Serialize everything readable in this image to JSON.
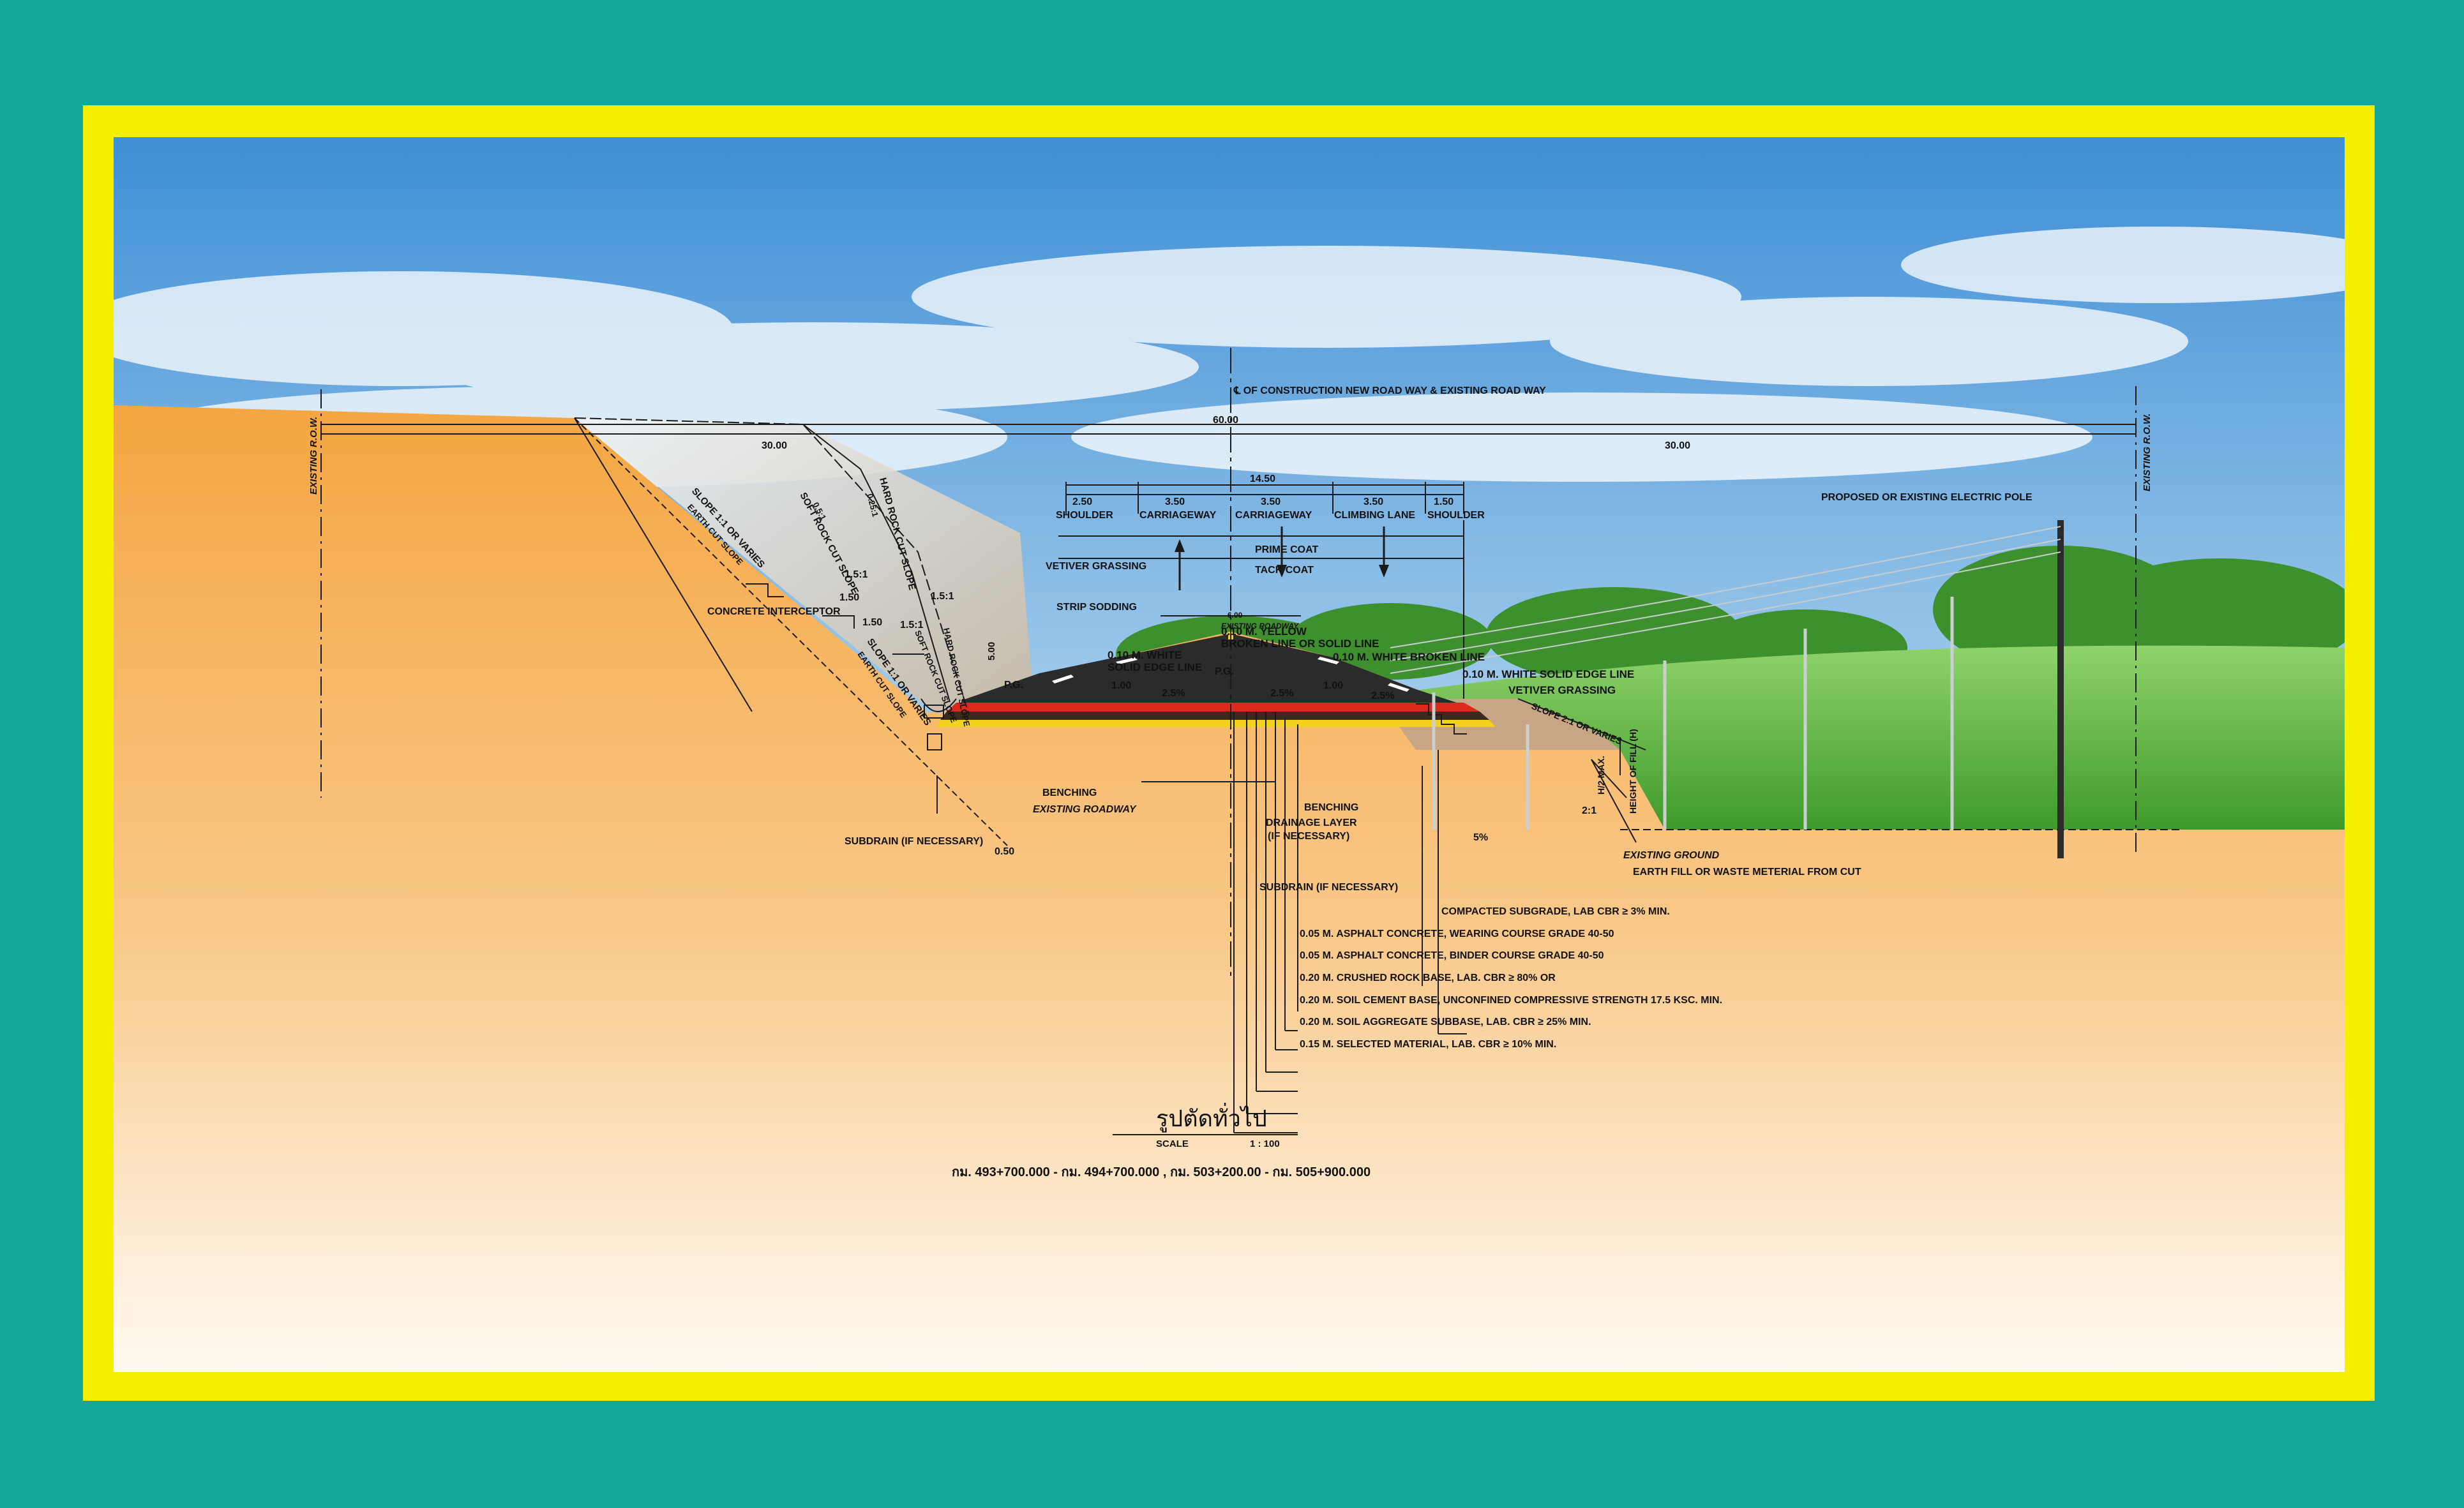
{
  "header": {
    "centerline": "℄ OF CONSTRUCTION NEW ROAD WAY & EXISTING ROAD WAY",
    "total_width": "60.00",
    "left_half": "30.00",
    "right_half": "30.00",
    "row_left": "EXISTING R.O.W.",
    "row_right": "EXISTING R.O.W.",
    "pavement_width": "14.50"
  },
  "lanes": [
    {
      "width": "2.50",
      "name": "SHOULDER"
    },
    {
      "width": "3.50",
      "name": "CARRIAGEWAY"
    },
    {
      "width": "3.50",
      "name": "CARRIAGEWAY"
    },
    {
      "width": "3.50",
      "name": "CLIMBING LANE"
    },
    {
      "width": "1.50",
      "name": "SHOULDER"
    }
  ],
  "labels": {
    "prime_coat": "PRIME COAT",
    "tack_coat": "TACK COAT",
    "vetiver_left": "VETIVER GRASSING",
    "strip_sodding": "STRIP SODDING",
    "concrete_interceptor": "CONCRETE INTERCEPTOR",
    "slope1": "SLOPE 1:1 OR VARIES",
    "earth_cut1": "EARTH CUT SLOPE",
    "soft_rock": "SOFT ROCK CUT SLOPE",
    "soft_rock_ratio": "0.5:1",
    "hard_rock": "HARD ROCK CUT SLOPE",
    "hard_rock_ratio": "0.25:1",
    "slope2": "SLOPE 1:1 OR VARIES",
    "earth_cut2": "EARTH CUT SLOPE",
    "soft_rock2": "SOFT ROCK CUT SLOPE",
    "hard_rock2": "HARD ROCK CUT SLOPE",
    "dim_150": "1.50",
    "dim_150b": "1.50",
    "ratio_15a": "1.5:1",
    "ratio_15b": "1.5:1",
    "ratio_15c": "1.5:1",
    "dim_500": "5.00",
    "pg_left": "P.G.",
    "pg_top": "P.G.",
    "benching_left": "BENCHING",
    "existing_roadway": "EXISTING ROADWAY",
    "existing_roadway_top": "EXISTING ROADWAY",
    "existing_roadway_width": "6.00",
    "subdrain_left": "SUBDRAIN (IF NECESSARY)",
    "dim_050": "0.50",
    "white_solid_left_1": "0.10 M. WHITE",
    "white_solid_left_2": "SOLID EDGE LINE",
    "yellow_1": "0.10 M. YELLOW",
    "yellow_2": "BROKEN LINE OR SOLID LINE",
    "white_broken": "0.10 M. WHITE BROKEN LINE",
    "white_solid_right": "0.10 M. WHITE SOLID EDGE LINE",
    "vetiver_right": "VETIVER GRASSING",
    "dim_100a": "1.00",
    "dim_100b": "1.00",
    "slope_25a": "2.5%",
    "slope_25b": "2.5%",
    "slope_25c": "2.5%",
    "benching_right": "BENCHING",
    "drainage_layer_1": "DRAINAGE LAYER",
    "drainage_layer_2": "(IF NECESSARY)",
    "subdrain_right": "SUBDRAIN (IF NECESSARY)",
    "slope_5": "5%",
    "slope_fill": "SLOPE 2:1 OR VARIES",
    "ratio_21": "2:1",
    "h2_max": "H/2 MAX.",
    "height_fill": "HEIGHT OF FILL (H)",
    "existing_ground": "EXISTING GROUND",
    "earth_fill": "EARTH FILL OR WASTE METERIAL FROM CUT",
    "electric_pole": "PROPOSED OR EXISTING ELECTRIC POLE"
  },
  "layers": [
    "COMPACTED SUBGRADE, LAB CBR ≥ 3% MIN.",
    "0.05 M. ASPHALT CONCRETE, WEARING COURSE GRADE 40-50",
    "0.05 M. ASPHALT CONCRETE, BINDER COURSE GRADE 40-50",
    "0.20 M. CRUSHED ROCK BASE, LAB. CBR ≥ 80% OR",
    "0.20 M. SOIL CEMENT BASE, UNCONFINED COMPRESSIVE STRENGTH 17.5 KSC. MIN.",
    "0.20 M. SOIL AGGREGATE SUBBASE, LAB. CBR ≥ 25% MIN.",
    "0.15 M. SELECTED MATERIAL, LAB. CBR ≥ 10% MIN."
  ],
  "footer": {
    "title": "รูปตัดทั่วไป",
    "scale_label": "SCALE",
    "scale_value": "1 : 100",
    "stations": "กม. 493+700.000 - กม. 494+700.000 , กม. 503+200.00 - กม. 505+900.000"
  },
  "colors": {
    "background": "#14a89c",
    "frame": "#f7ef00",
    "ground": "#f5a944",
    "asphalt": "#2b2b2b",
    "red_layer": "#d92a1c",
    "yellow_layer": "#f2d21c",
    "grass": "#5fb83c"
  }
}
